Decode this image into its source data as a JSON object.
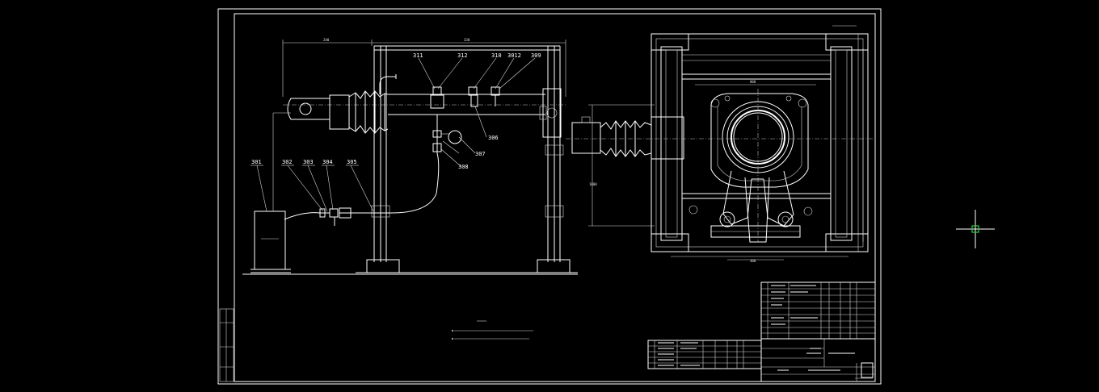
{
  "colors": {
    "background": "#000000",
    "lines": "#ffffff",
    "cursor": "#2ecc40"
  },
  "left_view": {
    "part_labels": [
      "301",
      "302",
      "303",
      "304",
      "305",
      "311",
      "312",
      "310",
      "3012",
      "309",
      "306",
      "307",
      "308"
    ],
    "dims": [
      "240",
      "330"
    ]
  },
  "right_view": {
    "dims": [
      "800",
      "300",
      "1000"
    ]
  },
  "cursor_icon": "crosshair-cursor-icon"
}
